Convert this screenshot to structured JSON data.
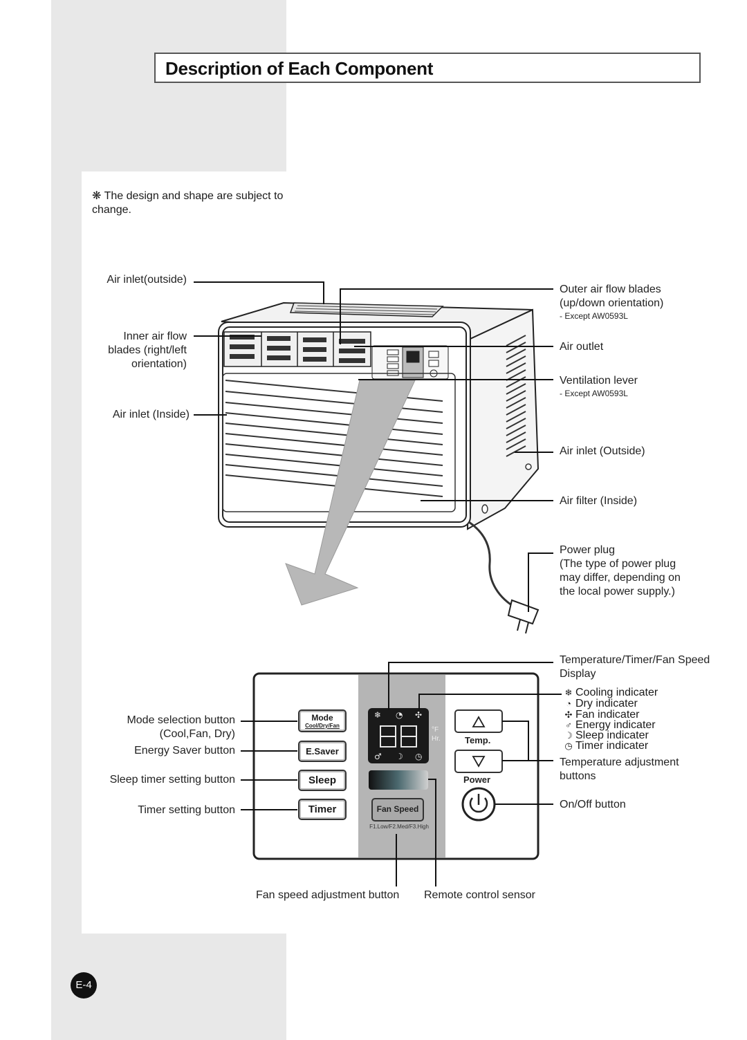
{
  "page": {
    "title": "Description of Each Component",
    "note_symbol": "❋",
    "note": "The design and shape are subject to change.",
    "page_number": "E-4"
  },
  "unit_labels": {
    "air_inlet_outside_top": "Air inlet(outside)",
    "inner_blades_1": "Inner air flow",
    "inner_blades_2": "blades (right/left",
    "inner_blades_3": "orientation)",
    "air_inlet_inside": "Air inlet (Inside)",
    "outer_blades_1": "Outer air flow blades",
    "outer_blades_2": "(up/down orientation)",
    "outer_blades_except": "- Except AW0593L",
    "air_outlet": "Air outlet",
    "ventilation_lever": "Ventilation lever",
    "ventilation_except": "- Except AW0593L",
    "air_inlet_outside": "Air inlet (Outside)",
    "air_filter": "Air filter (Inside)",
    "power_plug_1": "Power plug",
    "power_plug_2": "(The type of power plug",
    "power_plug_3": "may differ, depending on",
    "power_plug_4": "the local power supply.)"
  },
  "panel_labels": {
    "display_1": "Temperature/Timer/Fan Speed",
    "display_2": "Display",
    "indicators": [
      {
        "icon": "cooling-icon",
        "glyph": "❄",
        "label": "Cooling indicater"
      },
      {
        "icon": "dry-icon",
        "glyph": "◔",
        "label": "Dry indicater"
      },
      {
        "icon": "fan-icon",
        "glyph": "✣",
        "label": "Fan indicater"
      },
      {
        "icon": "energy-icon",
        "glyph": "♂",
        "label": "Energy indicater"
      },
      {
        "icon": "sleep-icon",
        "glyph": "☽",
        "label": "Sleep indicater"
      },
      {
        "icon": "timer-icon",
        "glyph": "◷",
        "label": "Timer indicater"
      }
    ],
    "temp_adjust_1": "Temperature adjustment",
    "temp_adjust_2": "buttons",
    "onoff": "On/Off button",
    "mode_1": "Mode selection button",
    "mode_2": "(Cool,Fan, Dry)",
    "energy_saver": "Energy Saver button",
    "sleep_timer": "Sleep timer setting button",
    "timer_setting": "Timer setting button",
    "fan_speed_adjust": "Fan speed adjustment button",
    "remote_sensor": "Remote control sensor"
  },
  "control_panel": {
    "mode_button": "Mode",
    "mode_sub": "Cool/Dry/Fan",
    "esaver_button": "E.Saver",
    "sleep_button": "Sleep",
    "timer_button": "Timer",
    "display_digits": "88",
    "unit_f": "°F",
    "unit_hr": "Hr.",
    "temp_label": "Temp.",
    "power_label": "Power",
    "fan_speed_button": "Fan Speed",
    "fan_speed_legend": "F1.Low/F2.Med/F3.High"
  }
}
